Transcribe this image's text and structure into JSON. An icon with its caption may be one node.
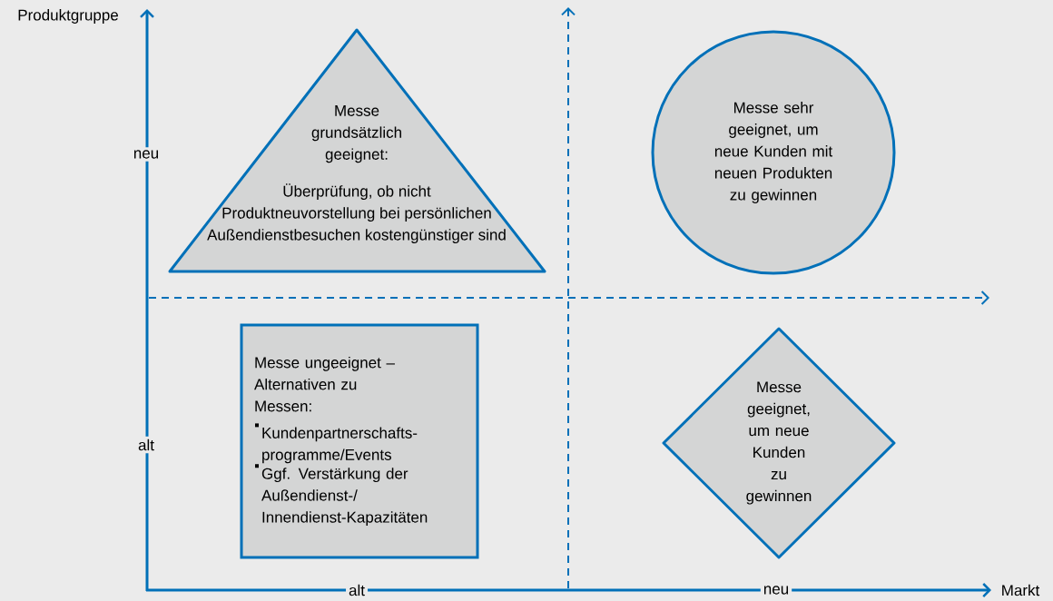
{
  "diagram": {
    "nodes": [
      {
        "text": [
          "Messe grundsätzlich geeignet:",
          "Überprüfung, ob nicht Produktneuvorstellung bei persönlichen Außendienstbesuchen kostengünstiger sind"
        ]
      },
      {
        "text": [
          "Messe sehr geeignet, um neue Kunden mit neuen Produkten zu gewinnen"
        ]
      },
      {
        "text": [
          "Messe ungeeignet – Alternativen zu Messen:",
          "Kundenpartnerschafts- programme/Events",
          "Ggf. Verstärkung der Außendienst-/ Innendienst-Kapazitäten"
        ]
      },
      {
        "text": [
          "Messe geeignet, um neue Kunden zu gewinnen"
        ]
      }
    ],
    "labels": [
      "Produktgruppe",
      "neu",
      "alt",
      "alt",
      "neu",
      "Markt"
    ]
  }
}
